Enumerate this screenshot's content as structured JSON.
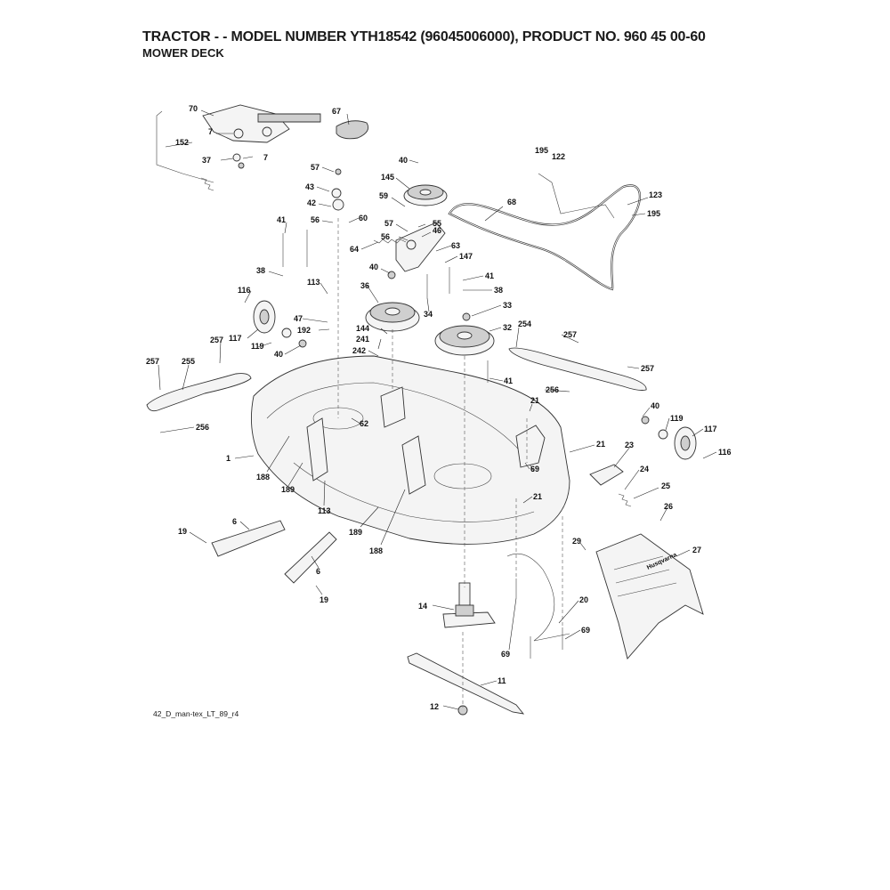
{
  "title": "TRACTOR - - MODEL NUMBER YTH18542 (96045006000), PRODUCT NO. 960 45 00-60",
  "subtitle": "MOWER DECK",
  "footnote": "42_D_man-tex_LT_89_r4",
  "logo_text": "Husqvarna",
  "callouts": [
    "70",
    "67",
    "7",
    "152",
    "7",
    "37",
    "195",
    "122",
    "40",
    "57",
    "145",
    "43",
    "59",
    "68",
    "123",
    "195",
    "42",
    "60",
    "41",
    "56",
    "57",
    "55",
    "56",
    "46",
    "64",
    "63",
    "38",
    "147",
    "40",
    "41",
    "113",
    "38",
    "116",
    "36",
    "34",
    "33",
    "47",
    "192",
    "144",
    "117",
    "257",
    "241",
    "32",
    "254",
    "257",
    "119",
    "40",
    "242",
    "257",
    "255",
    "41",
    "257",
    "256",
    "21",
    "40",
    "119",
    "117",
    "116",
    "256",
    "62",
    "1",
    "21",
    "23",
    "69",
    "188",
    "189",
    "113",
    "24",
    "25",
    "21",
    "26",
    "19",
    "6",
    "29",
    "27",
    "189",
    "188",
    "6",
    "19",
    "14",
    "20",
    "69",
    "69",
    "11",
    "12"
  ]
}
